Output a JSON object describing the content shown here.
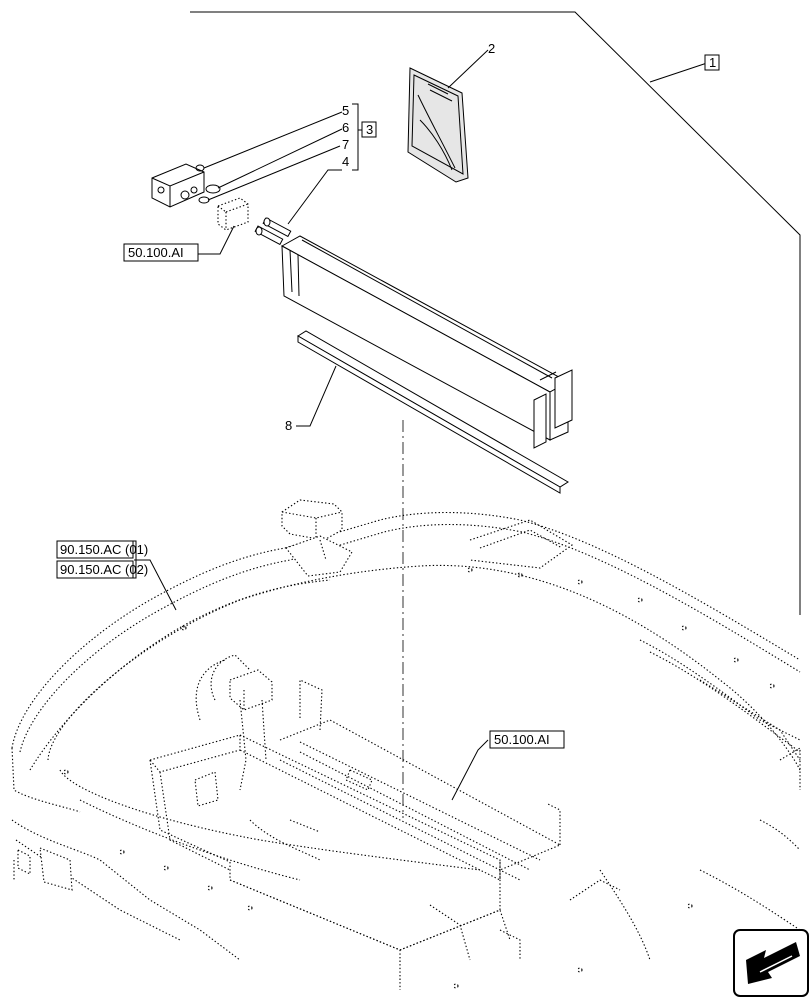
{
  "callouts": {
    "c1": "1",
    "c2": "2",
    "c3": "3",
    "c4": "4",
    "c5": "5",
    "c6": "6",
    "c7": "7",
    "c8": "8"
  },
  "references": {
    "ref_top": "50.100.AI",
    "ref_cab_01": "90.150.AC (01)",
    "ref_cab_02": "90.150.AC (02)",
    "ref_bottom": "50.100.AI"
  },
  "nav": {
    "icon": "arrow-icon"
  }
}
